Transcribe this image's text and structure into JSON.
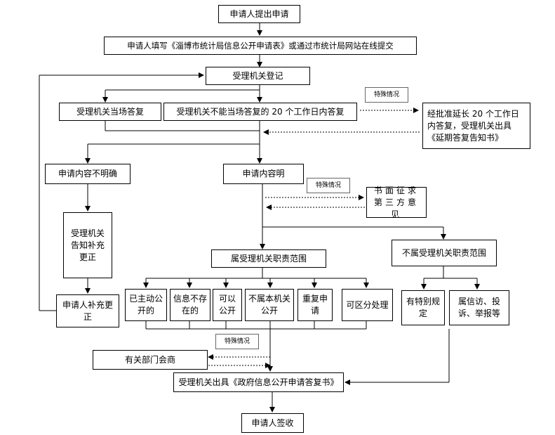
{
  "nodes": {
    "apply": "申请人提出申请",
    "fill_form": "申请人填写《淄博市统计局信息公开申请表》或通过市统计局网站在线提交",
    "register": "受理机关登记",
    "reply_on_spot": "受理机关当场答复",
    "reply_20_days": "受理机关不能当场答复的 20 个工作日内答复",
    "extension": "经批准延长 20 个工作日内答复，受理机关出具《延期答复告知书》",
    "content_unclear": "申请内容不明确",
    "content_clear": "申请内容明",
    "notify_supplement": "受理机关告知补充更正",
    "applicant_supplement": "申请人补充更正",
    "third_party": "书面征求第三方意见",
    "within_scope": "属受理机关职责范围",
    "outside_scope": "不属受理机关职责范围",
    "already_public": "已主动公开的",
    "not_exist": "信息不存在的",
    "can_public": "可以公开",
    "not_public": "不属本机关公开",
    "duplicate": "重复申请",
    "partial": "可区分处理",
    "special_rule": "有特别规定",
    "petition": "属信访、投诉、举报等",
    "consult_dept": "有关部门会商",
    "issue_reply": "受理机关出具《政府信息公开申请答复书》",
    "sign": "申请人签收"
  },
  "tags": {
    "special_1": "特殊情况",
    "special_2": "特殊情况",
    "special_3": "特殊情况"
  }
}
